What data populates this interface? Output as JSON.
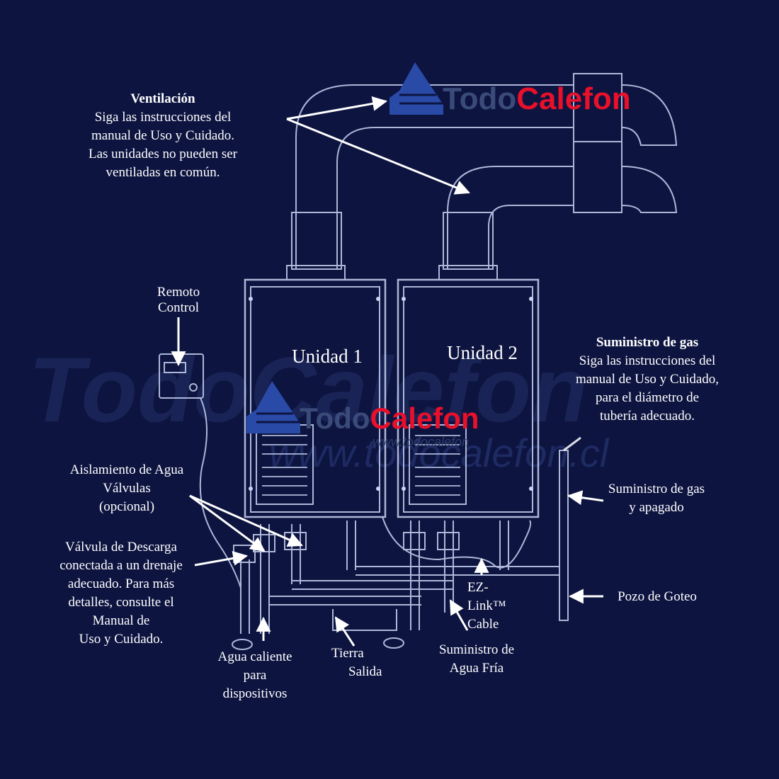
{
  "colors": {
    "background": "#0d1440",
    "line": "#c9d4f2",
    "brand_red": "#e8102a",
    "brand_blue": "#3a4b7a"
  },
  "watermark": {
    "brand_part1": "Todo",
    "brand_part2": "Calefon",
    "url": "www.todocalefon.cl",
    "url_small": "www.todocalefon"
  },
  "units": {
    "unit1": "Unidad 1",
    "unit2": "Unidad 2"
  },
  "labels": {
    "ventilacion": {
      "title": "Ventilación",
      "lines": [
        "Siga las instrucciones  del",
        "manual de Uso y Cuidado.",
        "Las unidades no pueden ser",
        "ventiladas en común."
      ]
    },
    "remoto": {
      "lines": [
        "Remoto",
        "Control"
      ]
    },
    "suministro_gas": {
      "title": "Suministro de gas",
      "lines": [
        "Siga las instrucciones del",
        "manual de Uso y Cuidado,",
        "para el diámetro de",
        "tubería adecuado."
      ]
    },
    "aislamiento": {
      "lines": [
        "Aislamiento de Agua",
        "Válvulas",
        "(opcional)"
      ]
    },
    "gas_apagado": {
      "lines": [
        "Suministro de gas",
        "y apagado"
      ]
    },
    "valvula_descarga": {
      "lines": [
        "Válvula de Descarga",
        "conectada a un drenaje",
        "adecuado. Para más",
        "detalles, consulte el",
        "Manual de",
        "Uso y Cuidado."
      ]
    },
    "ezlink": {
      "lines": [
        "EZ-",
        "Link™",
        "Cable"
      ]
    },
    "pozo": {
      "lines": [
        "Pozo de Goteo"
      ]
    },
    "agua_caliente": {
      "lines": [
        "Agua caliente",
        "para",
        "dispositivos"
      ]
    },
    "tierra": {
      "lines": [
        "Tierra",
        "Salida"
      ]
    },
    "agua_fria": {
      "lines": [
        "Suministro de",
        "Agua Fría"
      ]
    }
  }
}
